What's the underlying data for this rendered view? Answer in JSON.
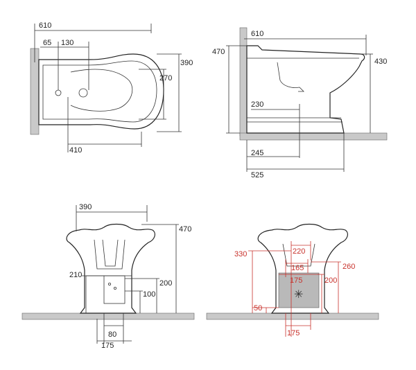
{
  "top_view": {
    "width": "610",
    "offset_a": "65",
    "offset_b": "130",
    "depth": "390",
    "inner": "270",
    "hole": "410"
  },
  "side_view": {
    "width": "610",
    "height_total": "470",
    "height_rim": "430",
    "drain_h": "230",
    "drain_x": "245",
    "base_x": "525"
  },
  "front_view": {
    "width": "390",
    "height_total": "470",
    "inlet_h": "210",
    "outlet_h": "200",
    "outlet_b": "100",
    "foot_w": "80",
    "foot_span": "175"
  },
  "back_view": {
    "h_330": "330",
    "w_220": "220",
    "w_165": "165",
    "h_260": "260",
    "w_175": "175",
    "h_200": "200",
    "h_50": "50",
    "w_175b": "175"
  },
  "colors": {
    "accent": "#c8312b",
    "line": "#333333",
    "floor": "#c9c9c9"
  }
}
